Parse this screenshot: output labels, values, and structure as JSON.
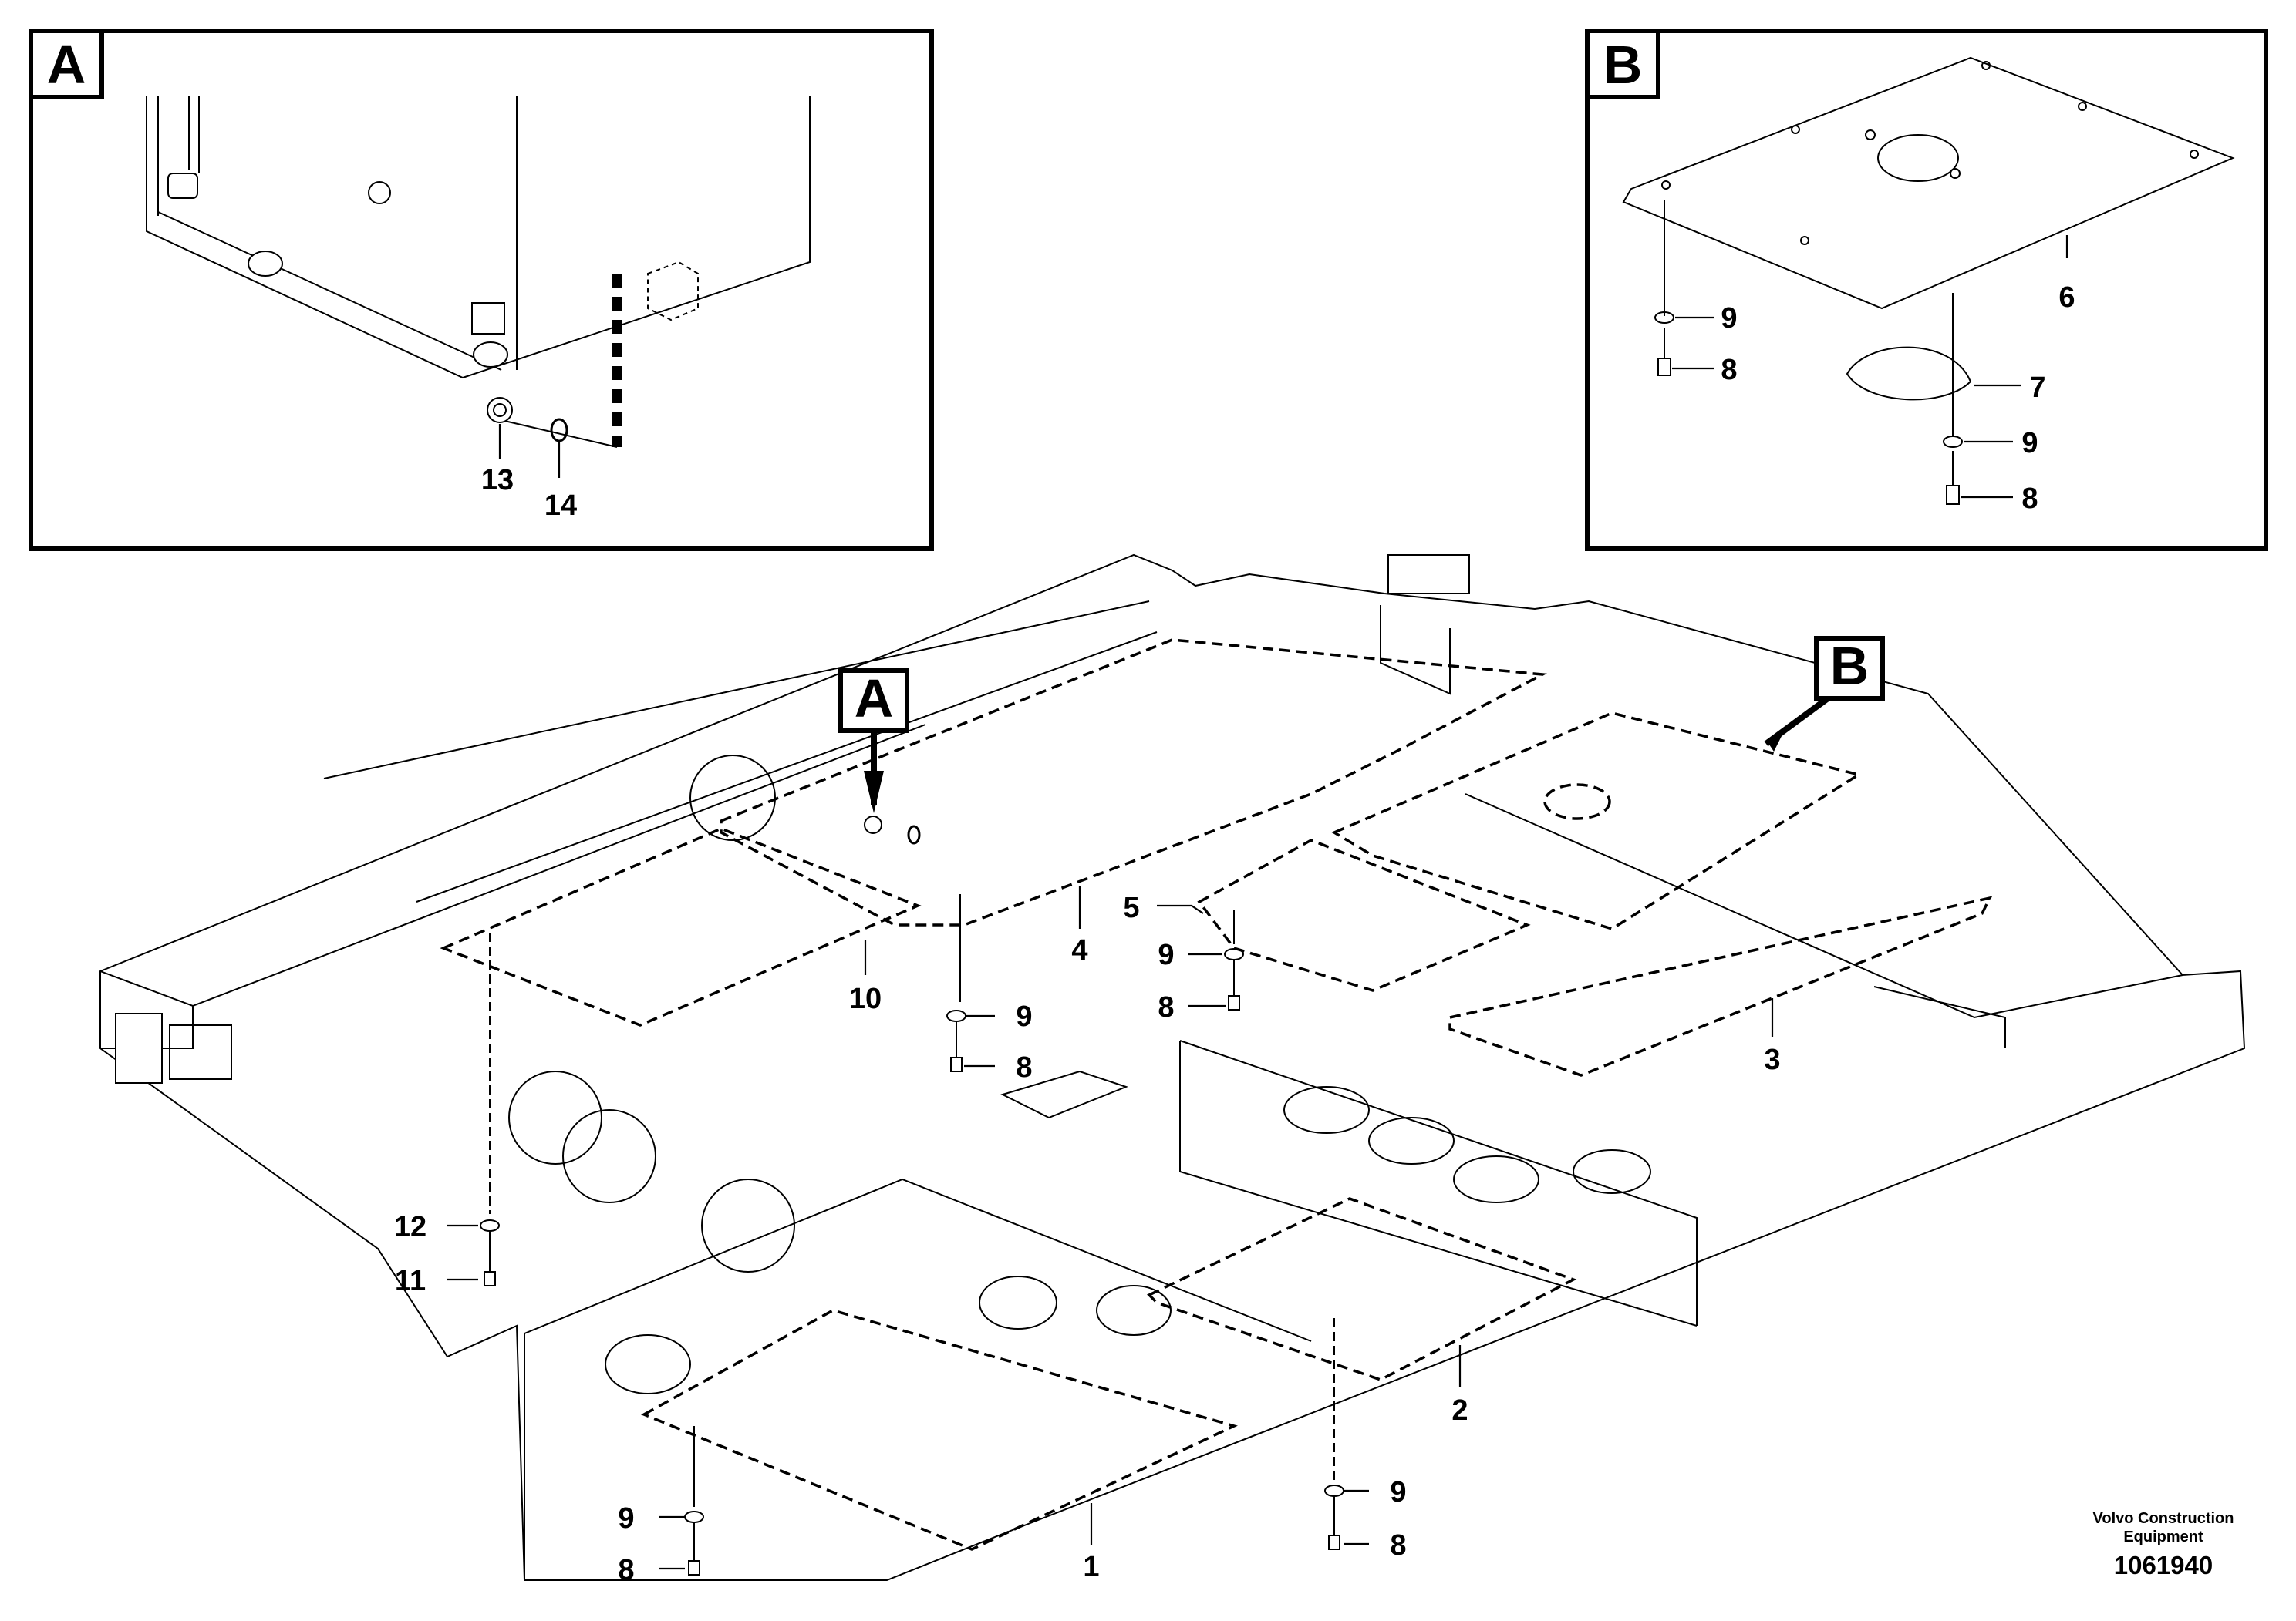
{
  "insets": {
    "a": {
      "letter": "A",
      "callouts": [
        "13",
        "14"
      ]
    },
    "b": {
      "letter": "B",
      "callouts": [
        "9",
        "8",
        "6",
        "7",
        "9",
        "8"
      ]
    }
  },
  "main": {
    "tags": [
      "A",
      "B"
    ],
    "callouts": {
      "c1": "1",
      "c2": "2",
      "c3": "3",
      "c4": "4",
      "c5": "5",
      "c10": "10",
      "c9a": "9",
      "c8a": "8",
      "c9b": "9",
      "c8b": "8",
      "c12": "12",
      "c11": "11",
      "c9c": "9",
      "c8c": "8",
      "c9d": "9",
      "c8d": "8"
    }
  },
  "footer": {
    "brand_line1": "Volvo Construction",
    "brand_line2": "Equipment",
    "doc_number": "1061940"
  }
}
